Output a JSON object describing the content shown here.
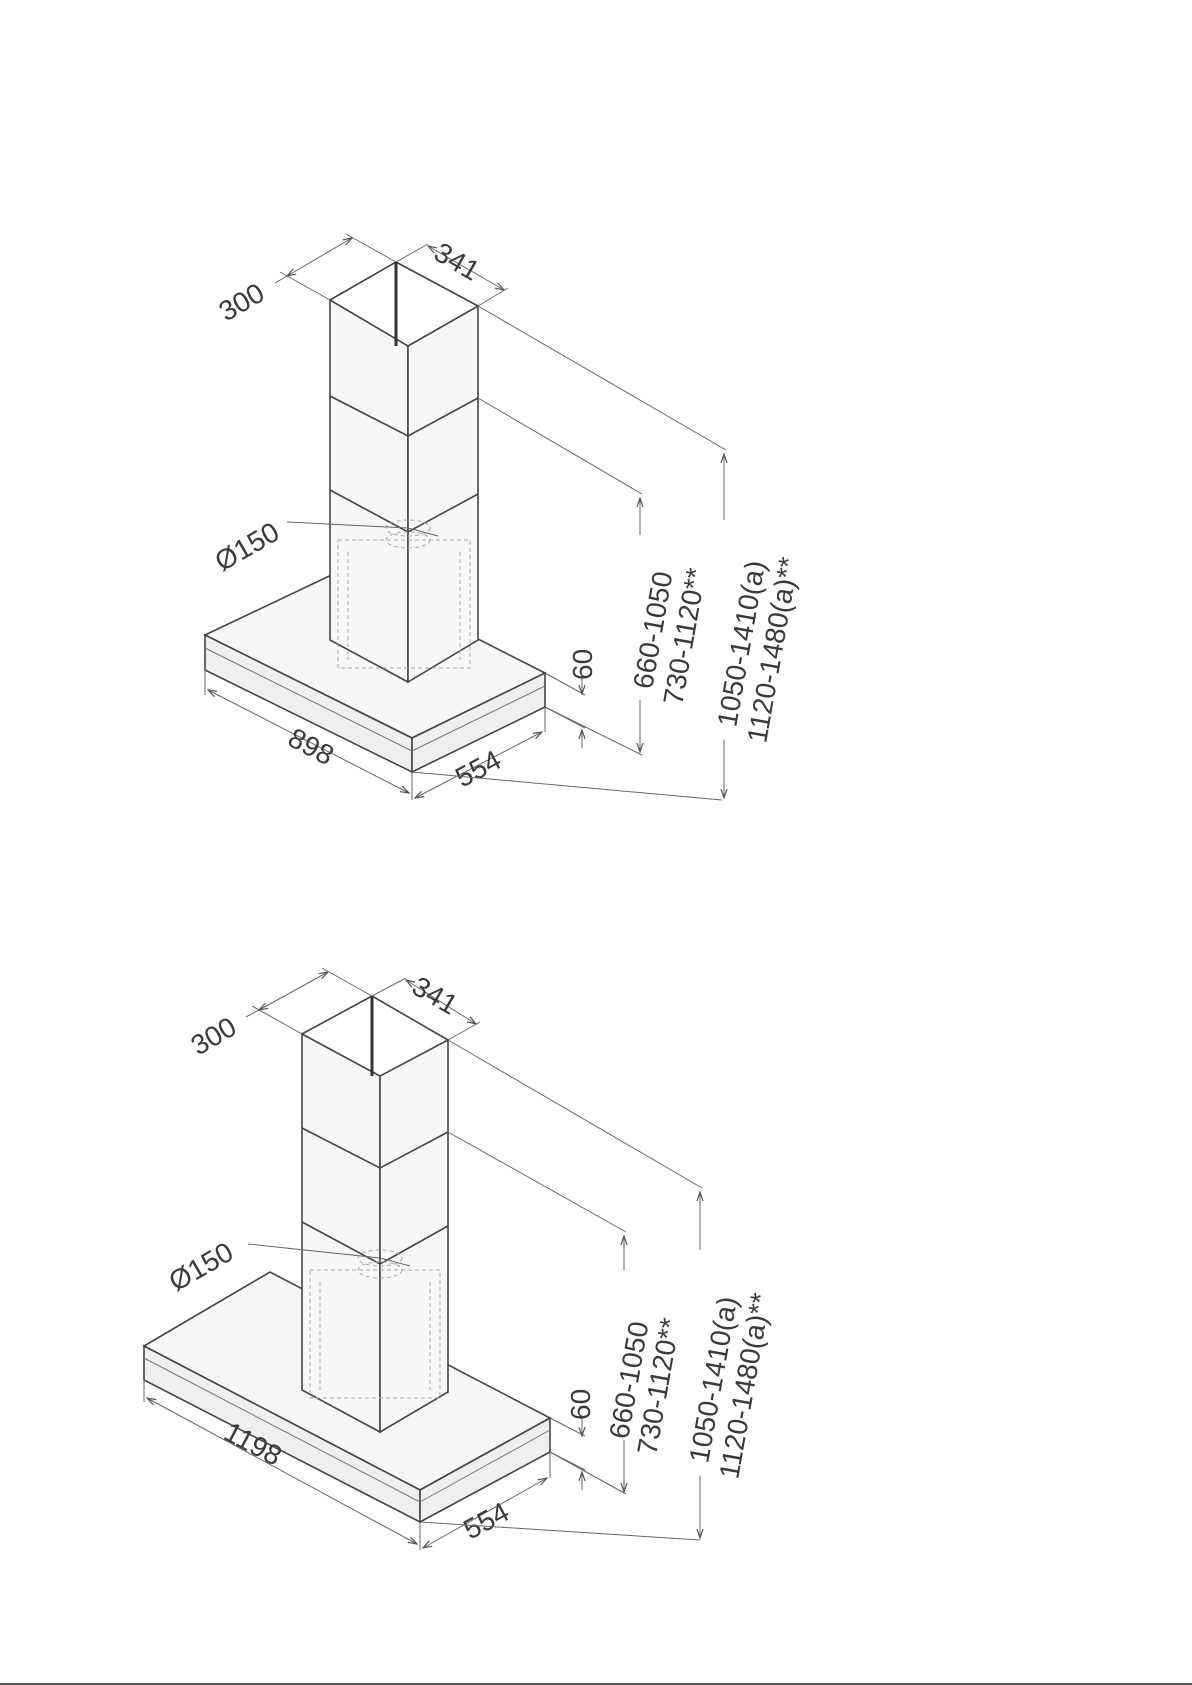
{
  "drawing_top": {
    "duct_width": "300",
    "duct_depth": "341",
    "outlet_diameter": "Ø150",
    "canopy_width": "898",
    "canopy_depth": "554",
    "canopy_height": "60",
    "flue_range_line1": "660-1050",
    "flue_range_line2": "730-1120**",
    "total_range_line1": "1050-1410(a)",
    "total_range_line2": "1120-1480(a)**"
  },
  "drawing_bottom": {
    "duct_width": "300",
    "duct_depth": "341",
    "outlet_diameter": "Ø150",
    "canopy_width": "1198",
    "canopy_depth": "554",
    "canopy_height": "60",
    "flue_range_line1": "660-1050",
    "flue_range_line2": "730-1120**",
    "total_range_line1": "1050-1410(a)",
    "total_range_line2": "1120-1480(a)**"
  }
}
